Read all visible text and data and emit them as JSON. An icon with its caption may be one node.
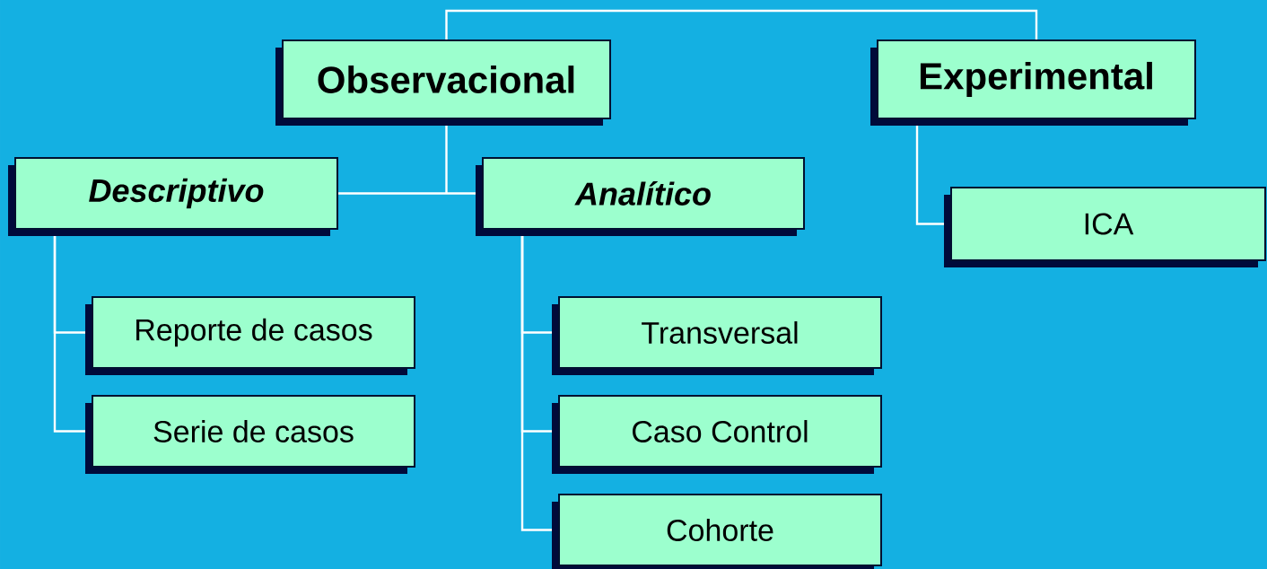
{
  "diagram": {
    "nodes": [
      {
        "text": [
          "Observacional"
        ]
      },
      {
        "text": [
          "Experimental"
        ]
      },
      {
        "text": [
          "Descriptivo"
        ]
      },
      {
        "text": [
          "Analítico"
        ]
      },
      {
        "text": [
          "ICA"
        ]
      },
      {
        "text": [
          "Reporte de casos"
        ]
      },
      {
        "text": [
          "Serie de casos"
        ]
      },
      {
        "text": [
          "Transversal"
        ]
      },
      {
        "text": [
          "Caso Control"
        ]
      },
      {
        "text": [
          "Cohorte"
        ]
      }
    ],
    "edges": [
      {
        "from": 0,
        "to": 1,
        "arrow": "none"
      },
      {
        "from": 0,
        "to": 2,
        "arrow": "none"
      },
      {
        "from": 0,
        "to": 3,
        "arrow": "none"
      },
      {
        "from": 1,
        "to": 4,
        "arrow": "none"
      },
      {
        "from": 2,
        "to": 5,
        "arrow": "none"
      },
      {
        "from": 2,
        "to": 6,
        "arrow": "none"
      },
      {
        "from": 3,
        "to": 7,
        "arrow": "none"
      },
      {
        "from": 3,
        "to": 8,
        "arrow": "none"
      },
      {
        "from": 3,
        "to": 9,
        "arrow": "none"
      }
    ]
  }
}
